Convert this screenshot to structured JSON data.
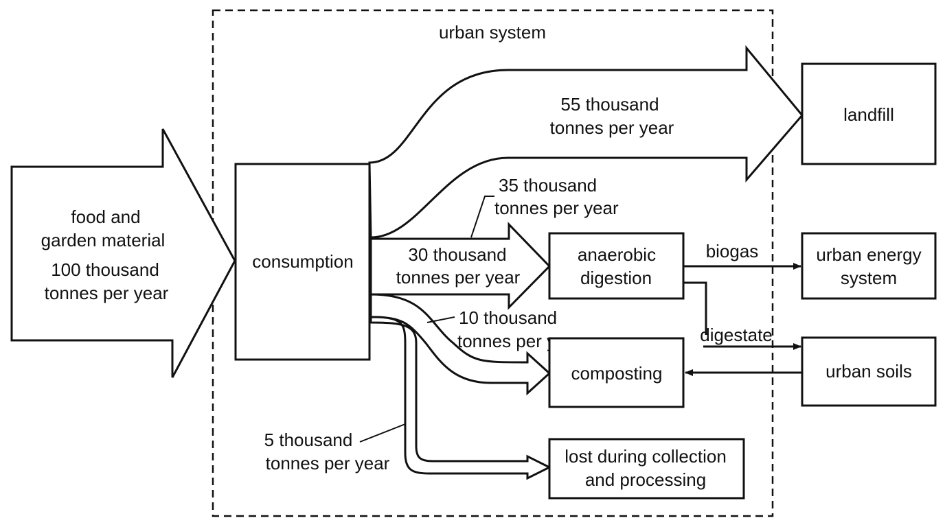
{
  "system_label": "urban system",
  "input": {
    "line1": "food and",
    "line2": "garden material",
    "line3": "100 thousand",
    "line4": "tonnes per year"
  },
  "nodes": {
    "consumption": "consumption",
    "landfill": "landfill",
    "anaerobic_line1": "anaerobic",
    "anaerobic_line2": "digestion",
    "energy_line1": "urban energy",
    "energy_line2": "system",
    "composting": "composting",
    "urban_soils": "urban soils",
    "lost_line1": "lost during collection",
    "lost_line2": "and processing"
  },
  "flows": {
    "landfill_line1": "55 thousand",
    "landfill_line2": "tonnes per year",
    "f35_line1": "35 thousand",
    "f35_line2": "tonnes per year",
    "f30_line1": "30 thousand",
    "f30_line2": "tonnes per year",
    "f10_line1": "10 thousand",
    "f10_line2": "tonnes per year",
    "f5_line1": "5 thousand",
    "f5_line2": "tonnes per year",
    "biogas": "biogas",
    "digestate": "digestate"
  }
}
